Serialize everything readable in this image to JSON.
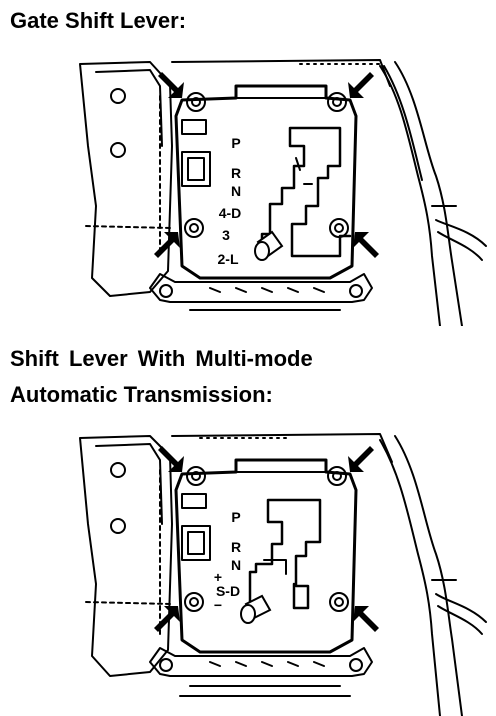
{
  "headings": {
    "gate": "Gate Shift Lever:",
    "multimode_line1": "Shift Lever With Multi-mode",
    "multimode_line2": "Automatic Transmission:"
  },
  "gate_lever": {
    "positions": [
      "P",
      "R",
      "N",
      "4-D",
      "3",
      "2-L"
    ]
  },
  "multimode_lever": {
    "positions": [
      "P",
      "R",
      "N",
      "S-D"
    ],
    "plus": "+",
    "minus": "−"
  },
  "colors": {
    "ink": "#000000",
    "paper": "#ffffff"
  }
}
